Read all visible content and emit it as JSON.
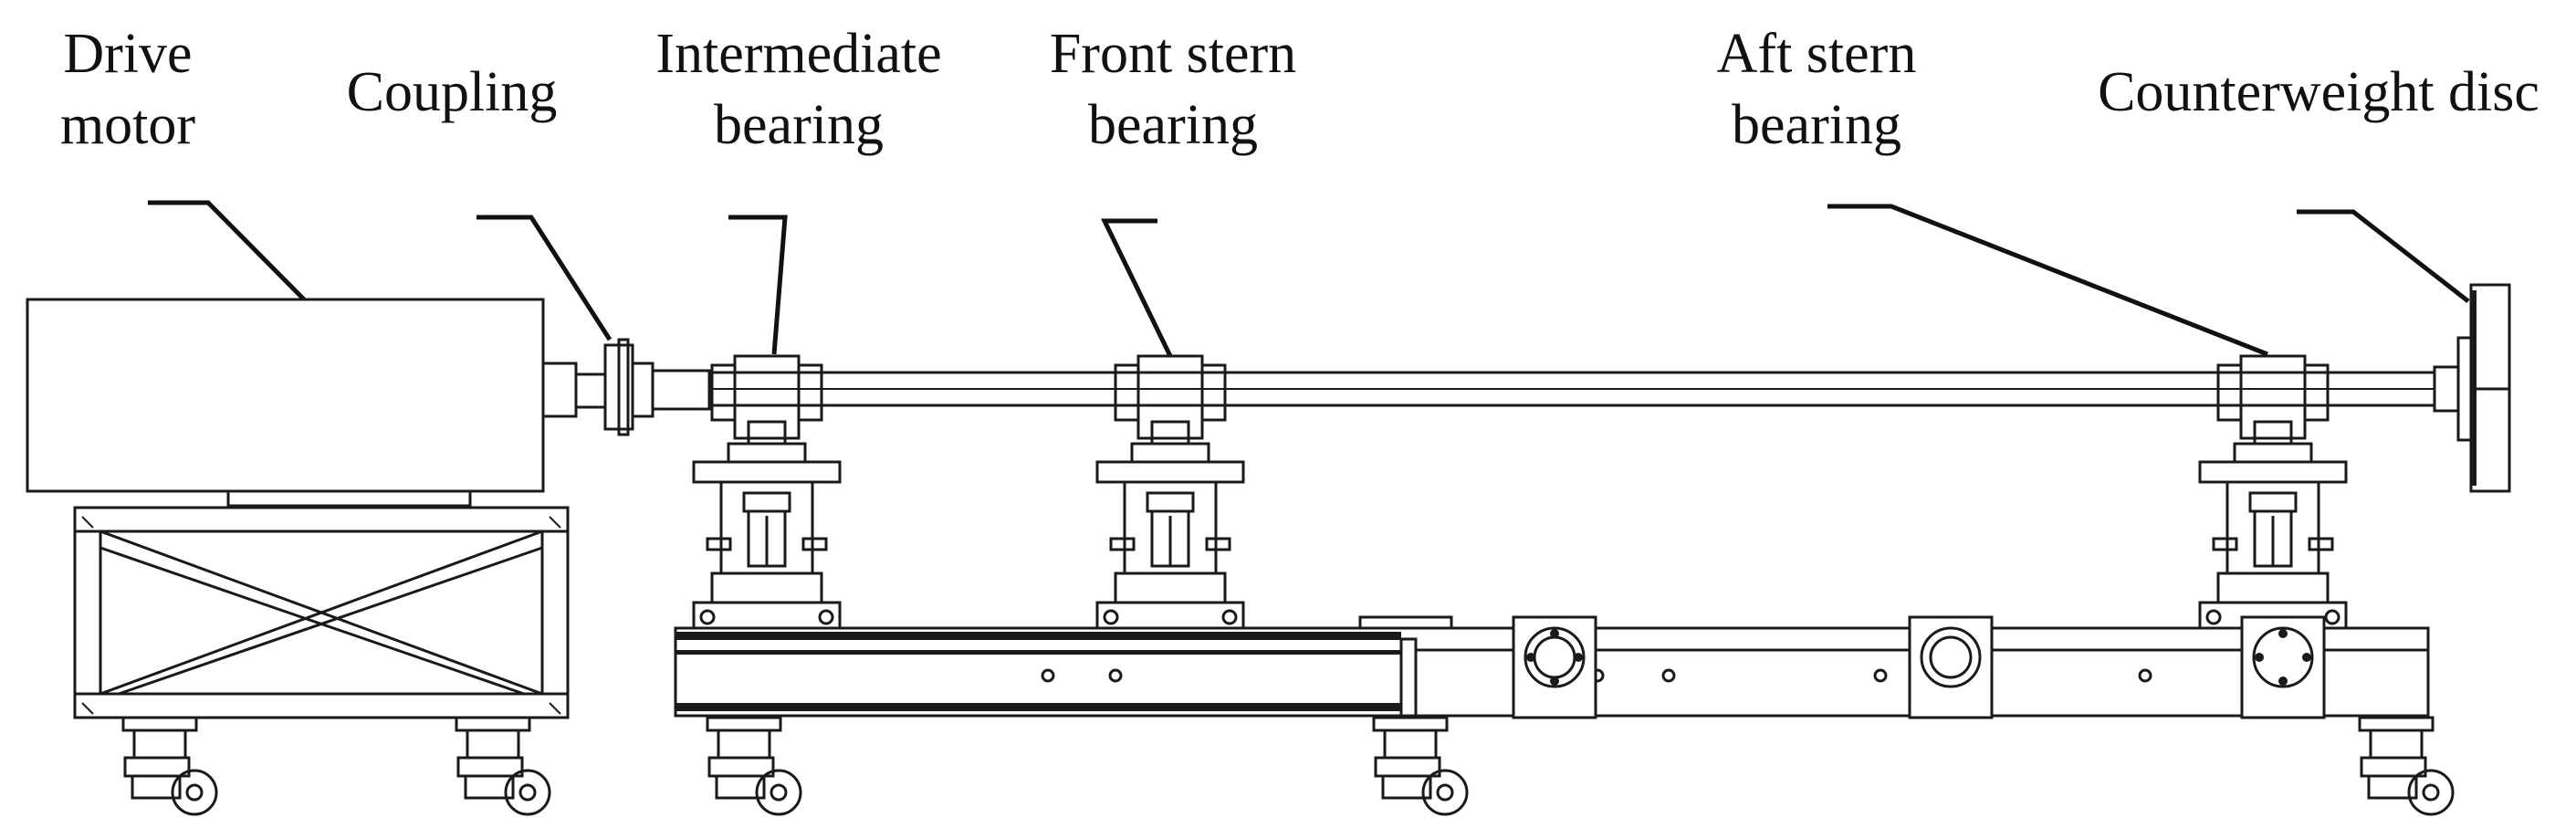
{
  "labels": {
    "drive_motor": [
      "Drive",
      "motor"
    ],
    "coupling": "Coupling",
    "intermediate_bearing": [
      "Intermediate",
      "bearing"
    ],
    "front_stern_bearing": [
      "Front stern",
      "bearing"
    ],
    "aft_stern_bearing": [
      "Aft stern",
      "bearing"
    ],
    "counterweight_disc": "Counterweight disc"
  },
  "colors": {
    "line": "#1a1a1a",
    "background": "#ffffff"
  }
}
